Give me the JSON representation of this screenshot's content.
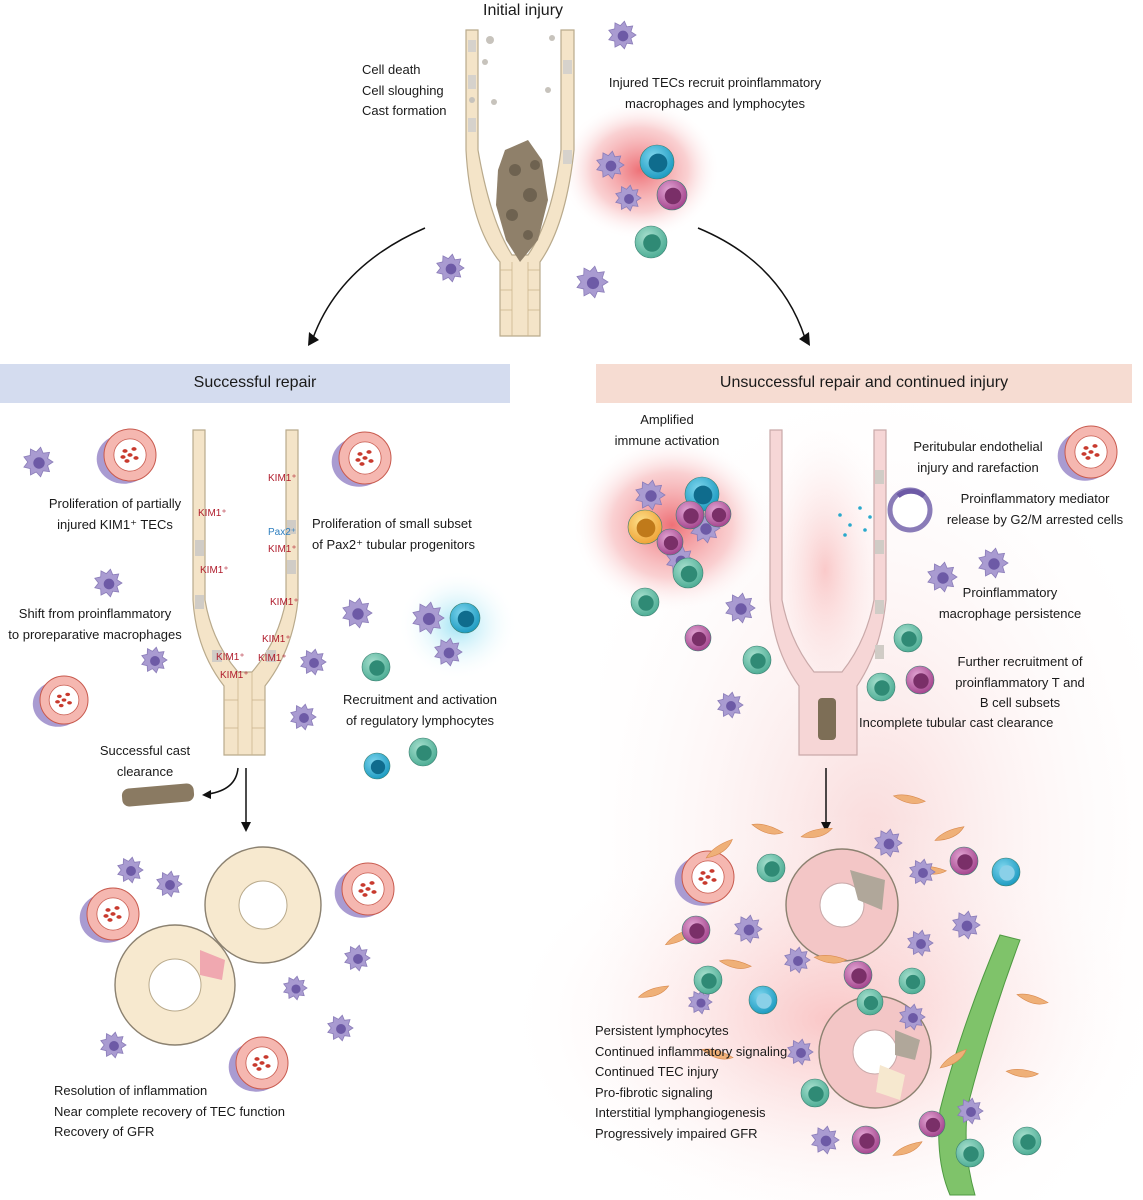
{
  "title": "Initial injury",
  "initial_injury": {
    "cell_events": [
      "Cell death",
      "Cell sloughing",
      "Cast formation"
    ],
    "recruit": [
      "Injured TECs recruit proinflammatory",
      "macrophages and lymphocytes"
    ]
  },
  "successful_repair": {
    "header": "Successful repair",
    "header_color": "#d4dcef",
    "proliferation_kim": [
      "Proliferation of partially",
      "injured KIM1⁺ TECs"
    ],
    "proliferation_pax": [
      "Proliferation of small subset",
      "of Pax2⁺ tubular progenitors"
    ],
    "shift": [
      "Shift from proinflammatory",
      "to proreparative macrophages"
    ],
    "regulatory": [
      "Recruitment and activation",
      "of regulatory lymphocytes"
    ],
    "cast": [
      "Successful cast",
      "clearance"
    ],
    "outcomes": [
      "Resolution of inflammation",
      "Near complete recovery of TEC function",
      "Recovery of GFR"
    ],
    "kim_label": "KIM1⁺",
    "pax_label": "Pax2⁺"
  },
  "unsuccessful_repair": {
    "header": "Unsuccessful repair and continued injury",
    "header_color": "#f6dcd2",
    "amplified": [
      "Amplified",
      "immune activation"
    ],
    "peritubular": [
      "Peritubular endothelial",
      "injury and rarefaction"
    ],
    "mediator": [
      "Proinflammatory mediator",
      "release by G2/M arrested cells"
    ],
    "persistence": [
      "Proinflammatory",
      "macrophage persistence"
    ],
    "recruitment": [
      "Further recruitment of",
      "proinflammatory T and",
      "B cell subsets"
    ],
    "cast": "Incomplete tubular cast clearance",
    "outcomes": [
      "Persistent lymphocytes",
      "Continued inflammatory signaling",
      "Continued TEC injury",
      "Pro-fibrotic signaling",
      "Interstitial lymphangiogenesis",
      "Progressively impaired GFR"
    ]
  },
  "colors": {
    "macrophage": "#a99bd1",
    "macrophage_nucleus": "#6d5aa6",
    "lymph_teal": "#5fb8a3",
    "lymph_cyan": "#29a9cc",
    "lymph_magenta": "#b0569c",
    "tubule_cell": "#f1dcb8",
    "injured_cell": "#f0a8b0",
    "cast": "#8a7a62",
    "vessel_red": "#c83a2e",
    "lymphatic_green": "#7fc36a",
    "fibroblast": "#efb078"
  }
}
